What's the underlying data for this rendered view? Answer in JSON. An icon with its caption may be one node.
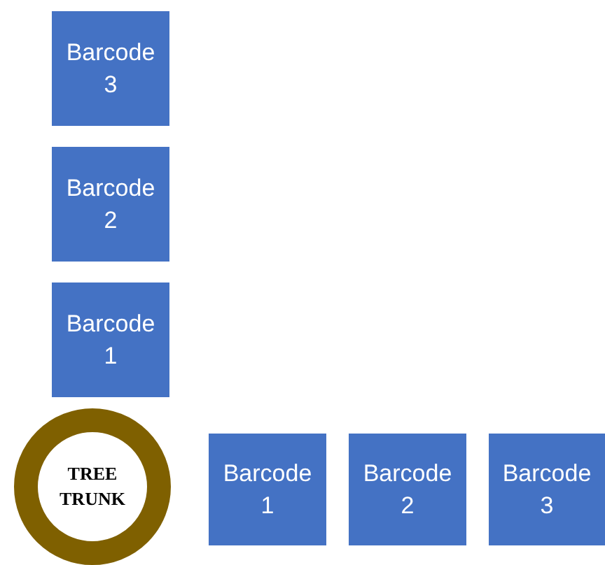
{
  "diagram": {
    "nodes": [
      {
        "text": [
          "Barcode 3"
        ]
      },
      {
        "text": [
          "Barcode 2"
        ]
      },
      {
        "text": [
          "Barcode 1"
        ]
      },
      {
        "text": [
          "TREE TRUNK"
        ]
      },
      {
        "text": [
          "Barcode 1"
        ]
      },
      {
        "text": [
          "Barcode 2"
        ]
      },
      {
        "text": [
          "Barcode 3"
        ]
      }
    ],
    "edges": []
  }
}
